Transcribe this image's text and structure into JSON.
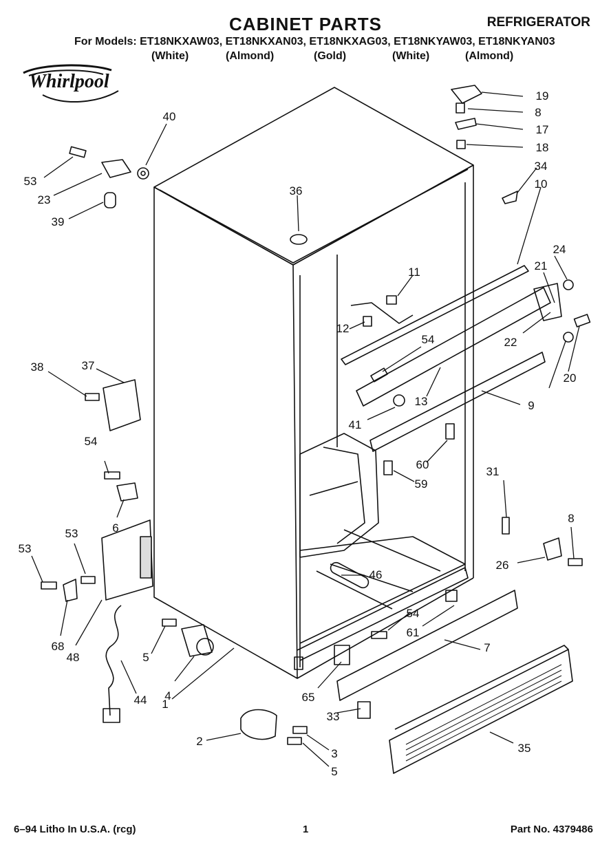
{
  "header": {
    "title": "CABINET PARTS",
    "category": "REFRIGERATOR",
    "models_line": "For Models: ET18NKXAW03, ET18NKXAN03, ET18NKXAG03, ET18NKYAW03, ET18NKYAN03",
    "colors": [
      "(White)",
      "(Almond)",
      "(Gold)",
      "(White)",
      "(Almond)"
    ],
    "brand": "Whirlpool"
  },
  "callouts": [
    "19",
    "8",
    "17",
    "18",
    "40",
    "53",
    "23",
    "39",
    "34",
    "10",
    "36",
    "24",
    "21",
    "11",
    "12",
    "54",
    "22",
    "38",
    "37",
    "20",
    "13",
    "9",
    "41",
    "60",
    "54",
    "59",
    "31",
    "6",
    "8",
    "26",
    "53",
    "53",
    "46",
    "68",
    "48",
    "54",
    "61",
    "7",
    "5",
    "4",
    "44",
    "65",
    "33",
    "35",
    "1",
    "2",
    "3",
    "5"
  ],
  "footer": {
    "left": "6–94 Litho In U.S.A. (rcg)",
    "center": "1",
    "right": "Part No. 4379486"
  }
}
